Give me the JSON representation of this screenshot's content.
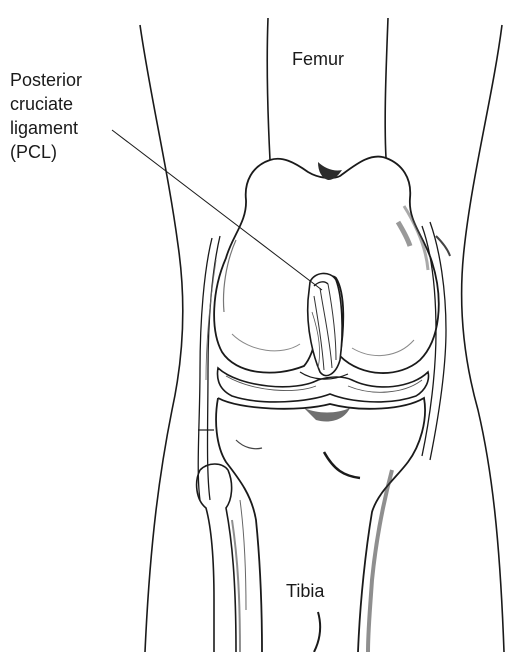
{
  "labels": {
    "femur": "Femur",
    "tibia": "Tibia",
    "pcl_lines": [
      "Posterior",
      "cruciate",
      "ligament",
      "(PCL)"
    ]
  },
  "colors": {
    "ink": "#1a1a1a",
    "background": "#ffffff"
  }
}
